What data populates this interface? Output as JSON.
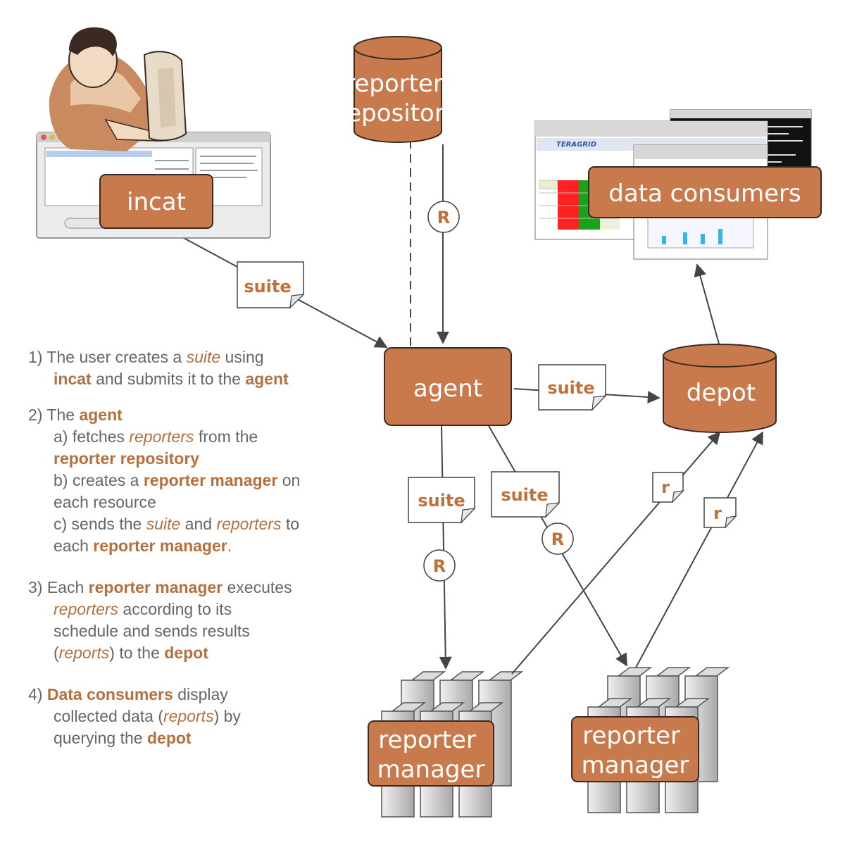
{
  "nodes": {
    "repository": "reporter\nrepository",
    "incat": "incat",
    "data_consumers": "data consumers",
    "agent": "agent",
    "depot": "depot",
    "manager_left": "reporter\nmanager",
    "manager_right": "reporter\nmanager"
  },
  "documents": {
    "suite_incat": "suite",
    "suite_depot": "suite",
    "suite_left": "suite",
    "suite_right": "suite",
    "r_left": "r",
    "r_right": "r"
  },
  "reporter_badges": [
    "R",
    "R",
    "R"
  ],
  "steps": {
    "s1": {
      "num": "1) The user creates a ",
      "suite": "suite",
      "using": " using",
      "incat": "incat",
      "submits": " and submits it to the ",
      "agent": "agent"
    },
    "s2": {
      "num": "2) The ",
      "agent": "agent",
      "a_pre": "a) fetches ",
      "a_reporters": "reporters",
      "a_post": " from the",
      "a_repo": "reporter repository",
      "b_pre": "b) creates a ",
      "b_mgr": "reporter manager",
      "b_post": " on",
      "b_res": "each resource",
      "c_pre": "c) sends the ",
      "c_suite": "suite",
      "c_and": " and ",
      "c_reporters": "reporters",
      "c_to": " to",
      "c_each": "each ",
      "c_mgr": "reporter manager",
      "c_dot": "."
    },
    "s3": {
      "num": "3) Each ",
      "mgr": "reporter manager",
      "exec": " executes",
      "reporters": "reporters",
      "acc": " according to its",
      "sched": "schedule and sends results",
      "open": "(",
      "reports": "reports",
      "close": ") to the ",
      "depot": "depot"
    },
    "s4": {
      "num": "4) ",
      "dc": "Data consumers",
      "display": " display",
      "collected": "collected data (",
      "reports": "reports",
      "by": ") by",
      "query": "querying the ",
      "depot": "depot"
    }
  },
  "colors": {
    "node_fill": "#c97a4c",
    "node_stroke": "#3b2a20",
    "accent_text": "#b5703d",
    "body_text": "#666666",
    "arrow": "#444444"
  },
  "icons": {
    "user": "user-at-computer-icon",
    "screens": "browser-screenshots-icon",
    "servers": "server-rack-icon"
  }
}
